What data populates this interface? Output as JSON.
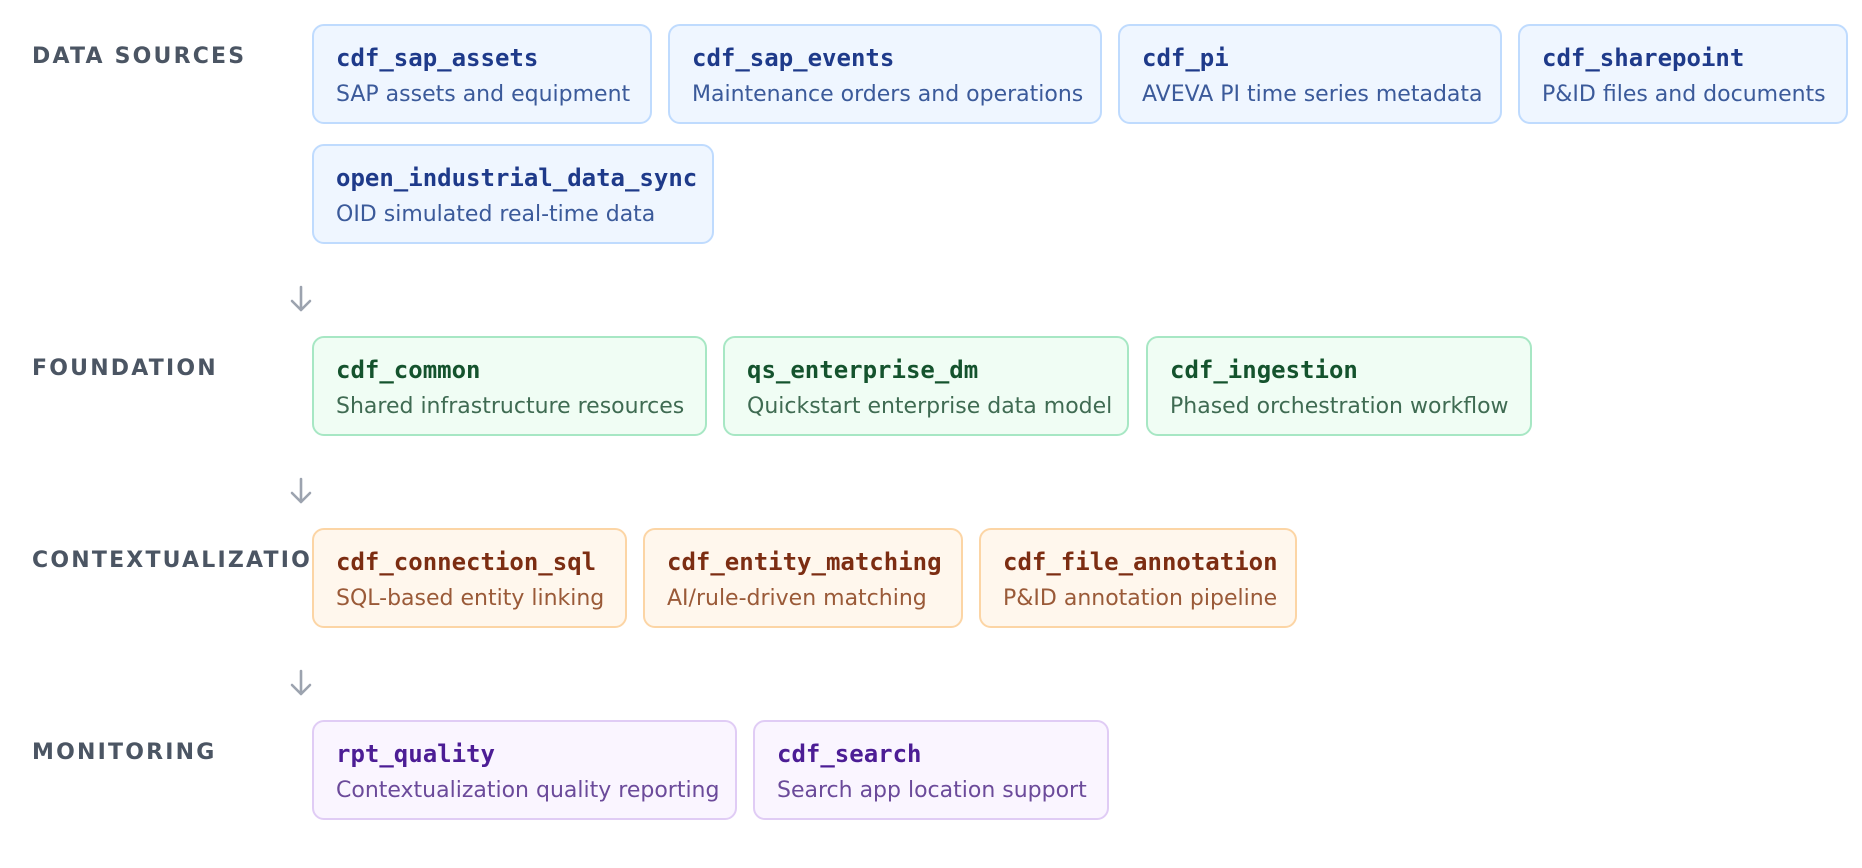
{
  "layers": [
    {
      "label": "DATA SOURCES",
      "color": "#eff6ff",
      "cards": [
        {
          "title": "cdf_sap_assets",
          "desc": "SAP assets and equipment"
        },
        {
          "title": "cdf_sap_events",
          "desc": "Maintenance orders and operations"
        },
        {
          "title": "cdf_pi",
          "desc": "AVEVA PI time series metadata"
        },
        {
          "title": "cdf_sharepoint",
          "desc": "P&ID files and documents"
        },
        {
          "title": "open_industrial_data_sync",
          "desc": "OID simulated real-time data"
        }
      ]
    },
    {
      "label": "FOUNDATION",
      "color": "#f0fdf4",
      "cards": [
        {
          "title": "cdf_common",
          "desc": "Shared infrastructure resources"
        },
        {
          "title": "qs_enterprise_dm",
          "desc": "Quickstart enterprise data model"
        },
        {
          "title": "cdf_ingestion",
          "desc": "Phased orchestration workflow"
        }
      ]
    },
    {
      "label": "CONTEXTUALIZATION",
      "color": "#fff7ed",
      "cards": [
        {
          "title": "cdf_connection_sql",
          "desc": "SQL-based entity linking"
        },
        {
          "title": "cdf_entity_matching",
          "desc": "AI/rule-driven matching"
        },
        {
          "title": "cdf_file_annotation",
          "desc": "P&ID annotation pipeline"
        }
      ]
    },
    {
      "label": "MONITORING",
      "color": "#faf5ff",
      "cards": [
        {
          "title": "rpt_quality",
          "desc": "Contextualization quality reporting"
        },
        {
          "title": "cdf_search",
          "desc": "Search app location support"
        }
      ]
    }
  ],
  "arrow_icon": "arrow-down-icon"
}
